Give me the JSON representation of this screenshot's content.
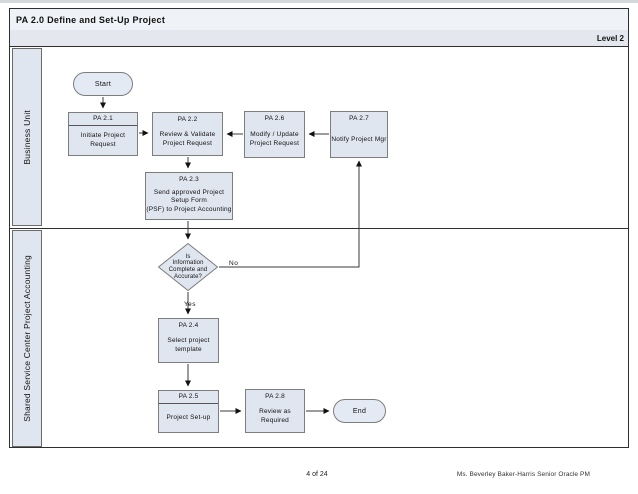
{
  "header": {
    "title": "PA 2.0 Define and Set-Up Project",
    "level": "Level 2"
  },
  "lanes": [
    {
      "label": "Business Unit"
    },
    {
      "label": "Shared Service Center Project Accounting"
    }
  ],
  "nodes": {
    "start": {
      "label": "Start"
    },
    "pa21": {
      "code": "PA 2.1",
      "lines": [
        "Initiate Project",
        "Request"
      ]
    },
    "pa22": {
      "code": "PA 2.2",
      "lines": [
        "Review & Validate",
        "Project Request"
      ]
    },
    "pa26": {
      "code": "PA 2.6",
      "lines": [
        "Modify / Update",
        "Project Request"
      ]
    },
    "pa27": {
      "code": "PA 2.7",
      "lines": [
        "Notify Project Mgr"
      ]
    },
    "pa23": {
      "code": "PA 2.3",
      "lines": [
        "Send approved Project",
        "Setup Form",
        "(PSF) to Project Accounting"
      ]
    },
    "decision": {
      "lines": [
        "Is",
        "Information",
        "Complete and",
        "Accurate?"
      ]
    },
    "pa24": {
      "code": "PA 2.4",
      "lines": [
        "Select project",
        "template"
      ]
    },
    "pa25": {
      "code": "PA 2.5",
      "lines": [
        "Project Set-up"
      ]
    },
    "pa28": {
      "code": "PA 2.8",
      "lines": [
        "Review as",
        "Required"
      ]
    },
    "end": {
      "label": "End"
    }
  },
  "edge_labels": {
    "no": "No",
    "yes": "Yes"
  },
  "footer": {
    "page": "4 of 24",
    "author": "Ms. Beverley Baker-Harris Senior Oracle PM"
  },
  "colors": {
    "box_fill": "#e0e6f0",
    "box_border": "#7d7d7d",
    "lane_fill": "#e0e6f0",
    "frame_border": "#2f2f2f",
    "title_fill": "#eff2f6",
    "level_fill": "#e4e8ee",
    "connector": "#3a3a3a"
  }
}
